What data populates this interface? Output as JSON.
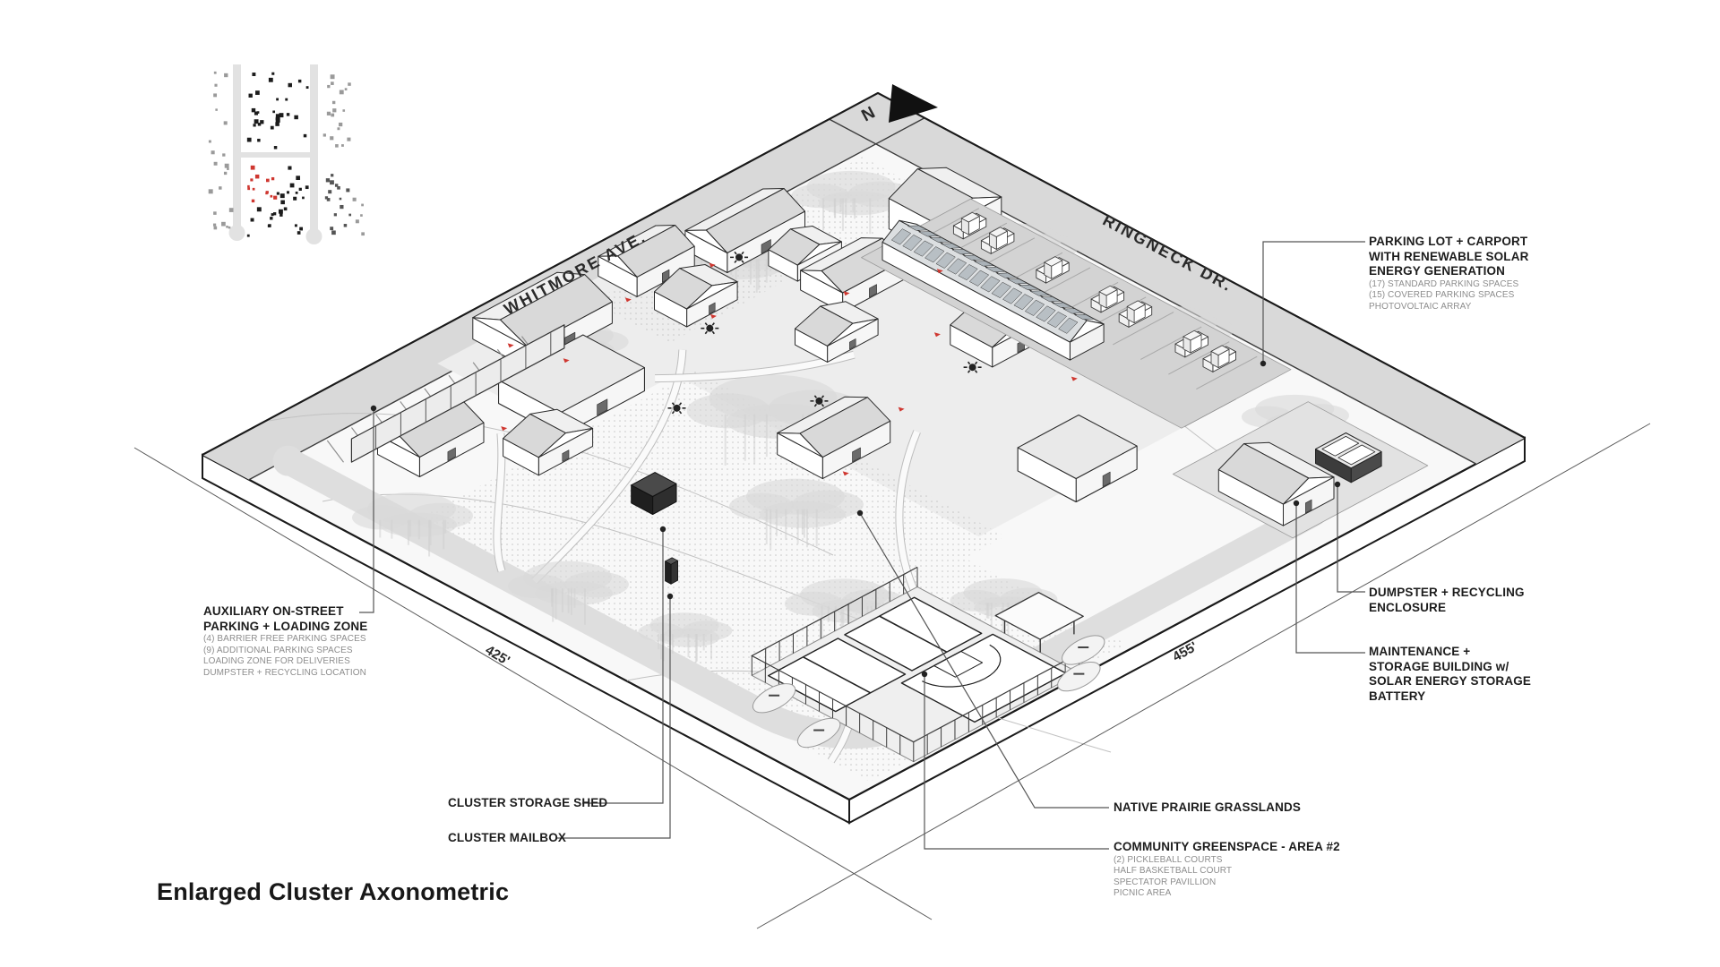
{
  "title": "Enlarged Cluster Axonometric",
  "compass": {
    "label": "N"
  },
  "streets": {
    "whitmore": "WHITMORE AVE.",
    "ringneck": "RINGNECK DR."
  },
  "dimensions": {
    "bottom_left": "425'",
    "bottom_right": "455'"
  },
  "annotations": {
    "parking_lot": {
      "lines": [
        "PARKING LOT + CARPORT",
        "WITH RENEWABLE SOLAR",
        "ENERGY GENERATION"
      ],
      "sub": [
        "(17) STANDARD PARKING SPACES",
        "(15) COVERED PARKING SPACES",
        "PHOTOVOLTAIC ARRAY"
      ]
    },
    "auxiliary_parking": {
      "lines": [
        "AUXILIARY ON-STREET",
        "PARKING + LOADING ZONE"
      ],
      "sub": [
        "(4) BARRIER FREE PARKING SPACES",
        "(9) ADDITIONAL PARKING SPACES",
        "LOADING ZONE FOR DELIVERIES",
        "DUMPSTER + RECYCLING LOCATION"
      ]
    },
    "dumpster": {
      "lines": [
        "DUMPSTER + RECYCLING",
        "ENCLOSURE"
      ],
      "sub": []
    },
    "maintenance": {
      "lines": [
        "MAINTENANCE +",
        "STORAGE BUILDING w/",
        "SOLAR ENERGY STORAGE",
        "BATTERY"
      ],
      "sub": []
    },
    "storage_shed": {
      "lines": [
        "CLUSTER STORAGE SHED"
      ],
      "sub": []
    },
    "mailbox": {
      "lines": [
        "CLUSTER MAILBOX"
      ],
      "sub": []
    },
    "prairie": {
      "lines": [
        "NATIVE PRAIRIE GRASSLANDS"
      ],
      "sub": []
    },
    "greenspace": {
      "lines": [
        "COMMUNITY GREENSPACE - AREA #2"
      ],
      "sub": [
        "(2) PICKLEBALL COURTS",
        "HALF BASKETBALL COURT",
        "SPECTATOR PAVILLION",
        "PICNIC AREA"
      ]
    }
  },
  "colors": {
    "accent_red": "#cf3730",
    "ink": "#1d1d1d",
    "road": "#d9d9d9",
    "muted_text": "#8d8d8d"
  }
}
